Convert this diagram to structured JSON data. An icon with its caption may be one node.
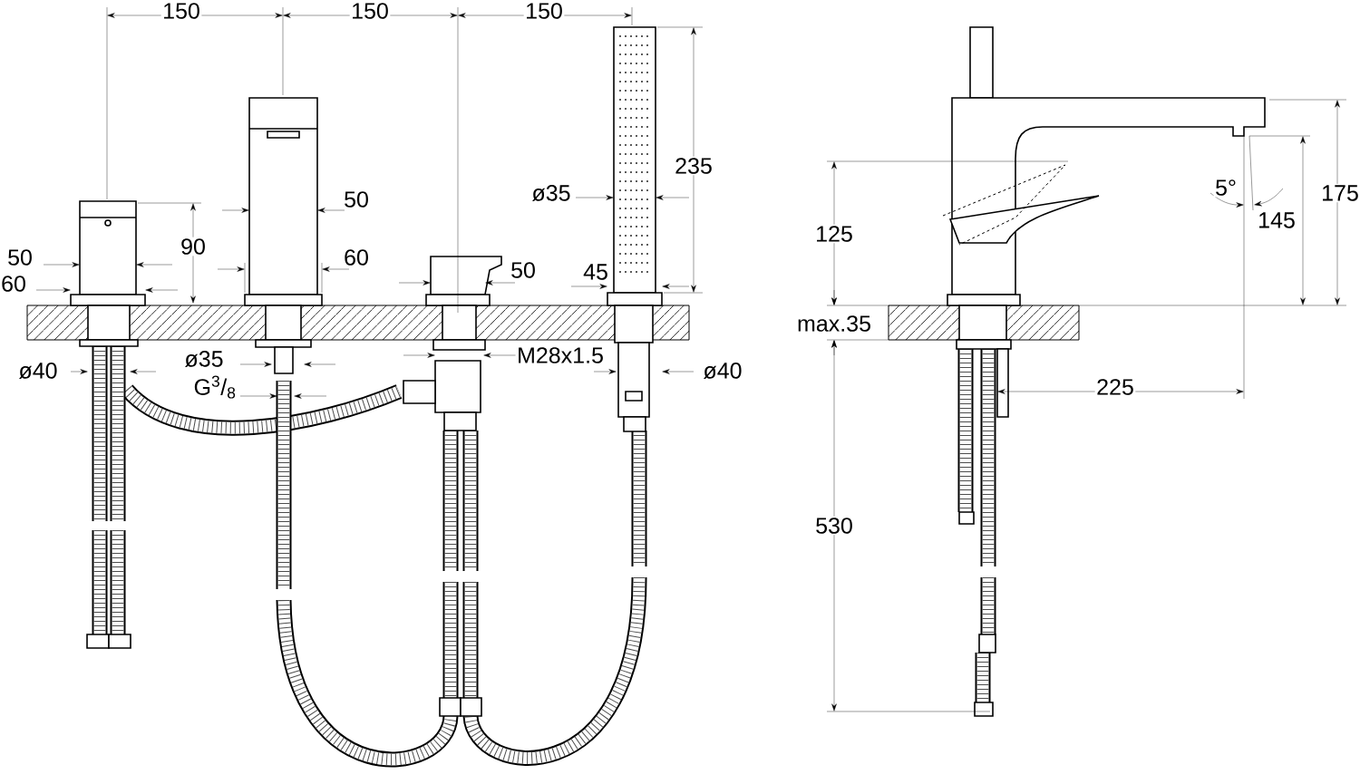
{
  "diagram": {
    "labels": [
      "150",
      "150",
      "150",
      "235",
      "50",
      "ø35",
      "125",
      "5°",
      "175",
      "145",
      "90",
      "50",
      "60",
      "50",
      "45",
      "60",
      "max.35",
      "ø35",
      "M28x1.5",
      "ø40",
      "ø40",
      "G$^{3}$/$_{8}$",
      "225",
      "530"
    ]
  }
}
